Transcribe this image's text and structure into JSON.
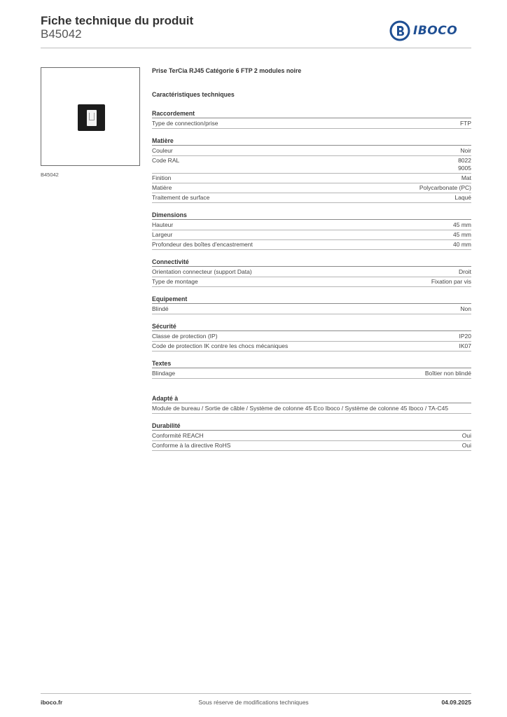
{
  "header": {
    "title": "Fiche technique du produit",
    "product_code": "B45042",
    "brand": "IBOCO",
    "brand_color": "#1f4f93"
  },
  "image": {
    "caption": "B45042"
  },
  "product": {
    "name": "Prise TerCia RJ45 Catégorie 6 FTP 2 modules noire",
    "characteristics_title": "Caractéristiques techniques"
  },
  "sections": [
    {
      "title": "Raccordement",
      "rows": [
        {
          "label": "Type de connection/prise",
          "value": [
            "FTP"
          ]
        }
      ]
    },
    {
      "title": "Matière",
      "rows": [
        {
          "label": "Couleur",
          "value": [
            "Noir"
          ]
        },
        {
          "label": "Code RAL",
          "value": [
            "8022",
            "9005"
          ]
        },
        {
          "label": "Finition",
          "value": [
            "Mat"
          ]
        },
        {
          "label": "Matière",
          "value": [
            "Polycarbonate (PC)"
          ]
        },
        {
          "label": "Traitement de surface",
          "value": [
            "Laqué"
          ]
        }
      ]
    },
    {
      "title": "Dimensions",
      "rows": [
        {
          "label": "Hauteur",
          "value": [
            "45 mm"
          ]
        },
        {
          "label": "Largeur",
          "value": [
            "45 mm"
          ]
        },
        {
          "label": "Profondeur des boîtes d'encastrement",
          "value": [
            "40 mm"
          ]
        }
      ]
    },
    {
      "title": "Connectivité",
      "rows": [
        {
          "label": "Orientation connecteur (support Data)",
          "value": [
            "Droit"
          ]
        },
        {
          "label": "Type de montage",
          "value": [
            "Fixation par vis"
          ]
        }
      ]
    },
    {
      "title": "Equipement",
      "rows": [
        {
          "label": "Blindé",
          "value": [
            "Non"
          ]
        }
      ]
    },
    {
      "title": "Sécurité",
      "rows": [
        {
          "label": "Classe de protection (IP)",
          "value": [
            "IP20"
          ]
        },
        {
          "label": "Code de protection IK contre les chocs mécaniques",
          "value": [
            "IK07"
          ]
        }
      ]
    },
    {
      "title": "Textes",
      "rows": [
        {
          "label": "Blindage",
          "value": [
            "Boîtier non blindé"
          ]
        }
      ]
    }
  ],
  "adapte": {
    "title": "Adapté à",
    "text": "Module de bureau / Sortie de câble / Système de colonne 45 Eco Iboco / Système de colonne 45 Iboco / TA-C45"
  },
  "durabilite": {
    "title": "Durabilité",
    "rows": [
      {
        "label": "Conformité REACH",
        "value": [
          "Oui"
        ]
      },
      {
        "label": "Conforme à la directive RoHS",
        "value": [
          "Oui"
        ]
      }
    ]
  },
  "footer": {
    "website": "iboco.fr",
    "notice": "Sous réserve de modifications techniques",
    "date": "04.09.2025"
  }
}
